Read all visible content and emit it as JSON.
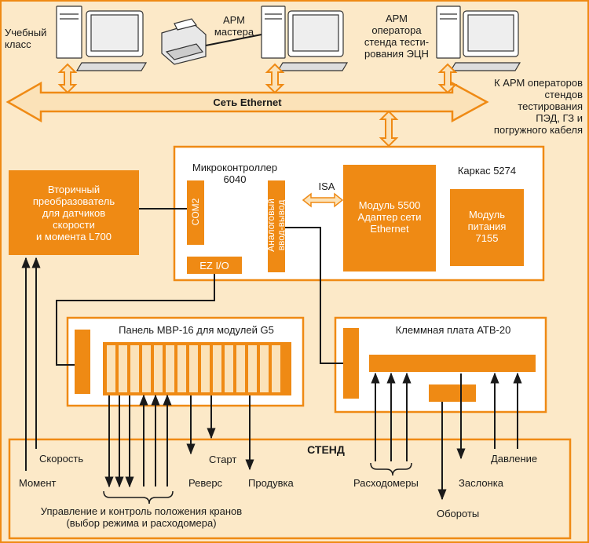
{
  "workstations": {
    "classroom": "Учебный\nкласс",
    "master": "АРМ\nмастера",
    "operator_ecn": "АРМ\nоператора\nстенда тести-\nрования ЭЦН",
    "to_operators": "К АРМ операторов\nстендов\nтестирования\nПЭД, ГЗ и\nпогружного кабеля"
  },
  "network": {
    "label": "Сеть Ethernet"
  },
  "chassis": {
    "title": "Каркас 5274",
    "microcontroller": "Микроконтроллер\n6040",
    "com2": "COM2",
    "analog_io": "Аналоговый\nввод-вывод",
    "ez_io": "EZ I/O",
    "isa": "ISA",
    "module_5500": "Модуль 5500\nАдаптер сети\nEthernet",
    "power_module": "Модуль\nпитания\n7155"
  },
  "converter": {
    "label": "Вторичный\nпреобразователь\nдля датчиков\nскорости\nи момента L700"
  },
  "panel_mbr": {
    "label": "Панель МВР-16 для модулей G5"
  },
  "terminal_board": {
    "label": "Клеммная плата ATB-20"
  },
  "stand": {
    "title": "СТЕНД",
    "speed": "Скорость",
    "torque": "Момент",
    "start": "Старт",
    "reverse": "Реверс",
    "purge": "Продувка",
    "flowmeters": "Расходомеры",
    "valve": "Заслонка",
    "pressure": "Давление",
    "rpm": "Обороты",
    "control": "Управление и контроль положения кранов\n(выбор режима и расходомера)"
  },
  "colors": {
    "orange": "#ef8a14",
    "arrow_fill": "#fbe2b8",
    "background": "#fce9c8",
    "white_panel": "#ffffff",
    "line": "#1a1a1a"
  }
}
